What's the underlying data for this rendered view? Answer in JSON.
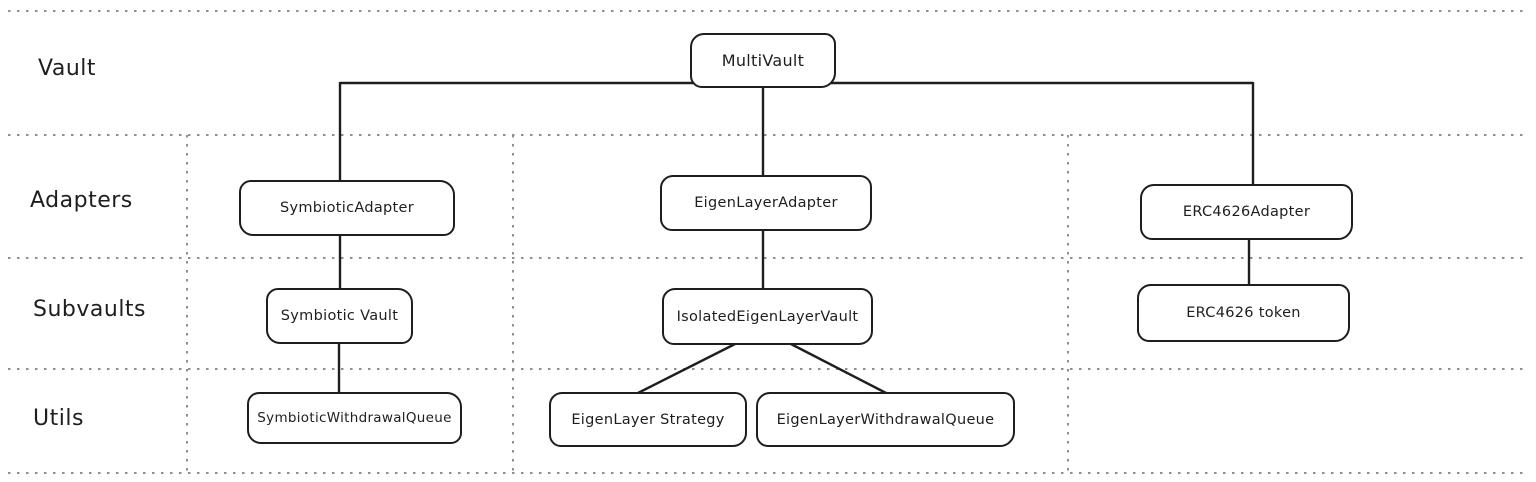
{
  "diagram": {
    "rows": [
      {
        "label": "Vault"
      },
      {
        "label": "Adapters"
      },
      {
        "label": "Subvaults"
      },
      {
        "label": "Utils"
      }
    ],
    "nodes": {
      "multivault": {
        "label": "MultiVault",
        "row": "Vault"
      },
      "symbiotic_adapter": {
        "label": "SymbioticAdapter",
        "row": "Adapters"
      },
      "eigenlayer_adapter": {
        "label": "EigenLayerAdapter",
        "row": "Adapters"
      },
      "erc4626_adapter": {
        "label": "ERC4626Adapter",
        "row": "Adapters"
      },
      "symbiotic_vault": {
        "label": "Symbiotic Vault",
        "row": "Subvaults"
      },
      "isolated_eigenlayer_vault": {
        "label": "IsolatedEigenLayerVault",
        "row": "Subvaults"
      },
      "erc4626_token": {
        "label": "ERC4626 token",
        "row": "Subvaults"
      },
      "symbiotic_withdrawal_queue": {
        "label": "SymbioticWithdrawalQueue",
        "row": "Utils"
      },
      "eigenlayer_strategy": {
        "label": "EigenLayer Strategy",
        "row": "Utils"
      },
      "eigenlayer_withdrawal_queue": {
        "label": "EigenLayerWithdrawalQueue",
        "row": "Utils"
      }
    },
    "edges": [
      {
        "from": "MultiVault",
        "to": "SymbioticAdapter"
      },
      {
        "from": "MultiVault",
        "to": "EigenLayerAdapter"
      },
      {
        "from": "MultiVault",
        "to": "ERC4626Adapter"
      },
      {
        "from": "SymbioticAdapter",
        "to": "Symbiotic Vault"
      },
      {
        "from": "Symbiotic Vault",
        "to": "SymbioticWithdrawalQueue"
      },
      {
        "from": "EigenLayerAdapter",
        "to": "IsolatedEigenLayerVault"
      },
      {
        "from": "IsolatedEigenLayerVault",
        "to": "EigenLayer Strategy"
      },
      {
        "from": "IsolatedEigenLayerVault",
        "to": "EigenLayerWithdrawalQueue"
      },
      {
        "from": "ERC4626Adapter",
        "to": "ERC4626 token"
      }
    ],
    "colors": {
      "stroke": "#1e1e1e",
      "grid": "#8f8f8f",
      "background": "#ffffff"
    }
  }
}
